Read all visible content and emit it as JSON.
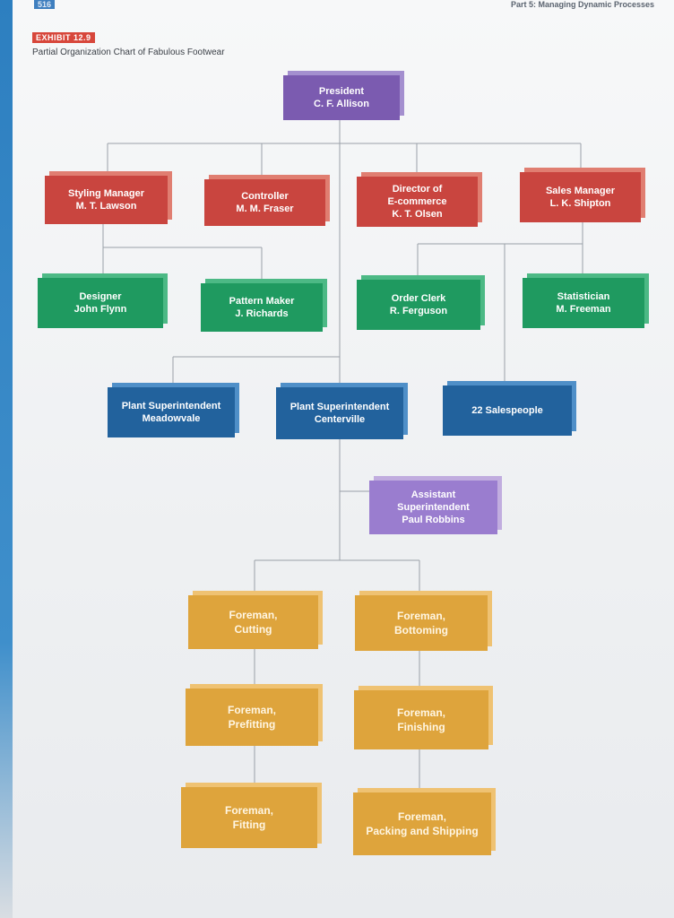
{
  "header": {
    "page_number": "516",
    "running_head": "Part 5: Managing Dynamic Processes"
  },
  "exhibit": {
    "tag": "EXHIBIT 12.9",
    "caption": "Partial Organization Chart of Fabulous Footwear"
  },
  "org": {
    "president": {
      "title": "President",
      "name": "C. F. Allison"
    },
    "styling_manager": {
      "title": "Styling Manager",
      "name": "M. T. Lawson"
    },
    "controller": {
      "title": "Controller",
      "name": "M. M. Fraser"
    },
    "director_ecommerce": {
      "title": "Director of",
      "title2": "E-commerce",
      "name": "K. T. Olsen"
    },
    "sales_manager": {
      "title": "Sales Manager",
      "name": "L. K. Shipton"
    },
    "designer": {
      "title": "Designer",
      "name": "John Flynn"
    },
    "pattern_maker": {
      "title": "Pattern Maker",
      "name": "J. Richards"
    },
    "order_clerk": {
      "title": "Order Clerk",
      "name": "R. Ferguson"
    },
    "statistician": {
      "title": "Statistician",
      "name": "M. Freeman"
    },
    "plant_meadowvale": {
      "title": "Plant Superintendent",
      "name": "Meadowvale"
    },
    "plant_centerville": {
      "title": "Plant Superintendent",
      "name": "Centerville"
    },
    "salespeople": {
      "title": "22 Salespeople"
    },
    "assistant_superintendent": {
      "title": "Assistant",
      "title2": "Superintendent",
      "name": "Paul Robbins"
    },
    "foreman_cutting": {
      "title": "Foreman,",
      "name": "Cutting"
    },
    "foreman_bottoming": {
      "title": "Foreman,",
      "name": "Bottoming"
    },
    "foreman_prefitting": {
      "title": "Foreman,",
      "name": "Prefitting"
    },
    "foreman_finishing": {
      "title": "Foreman,",
      "name": "Finishing"
    },
    "foreman_fitting": {
      "title": "Foreman,",
      "name": "Fitting"
    },
    "foreman_packing": {
      "title": "Foreman,",
      "name": "Packing and Shipping"
    }
  },
  "colors": {
    "executive": "#7b5bb0",
    "managers": "#c9453f",
    "staff": "#1f9a60",
    "plant": "#22629d",
    "assistant": "#9a7dcf",
    "foremen": "#dea43c",
    "connector": "#9aa0a8"
  }
}
